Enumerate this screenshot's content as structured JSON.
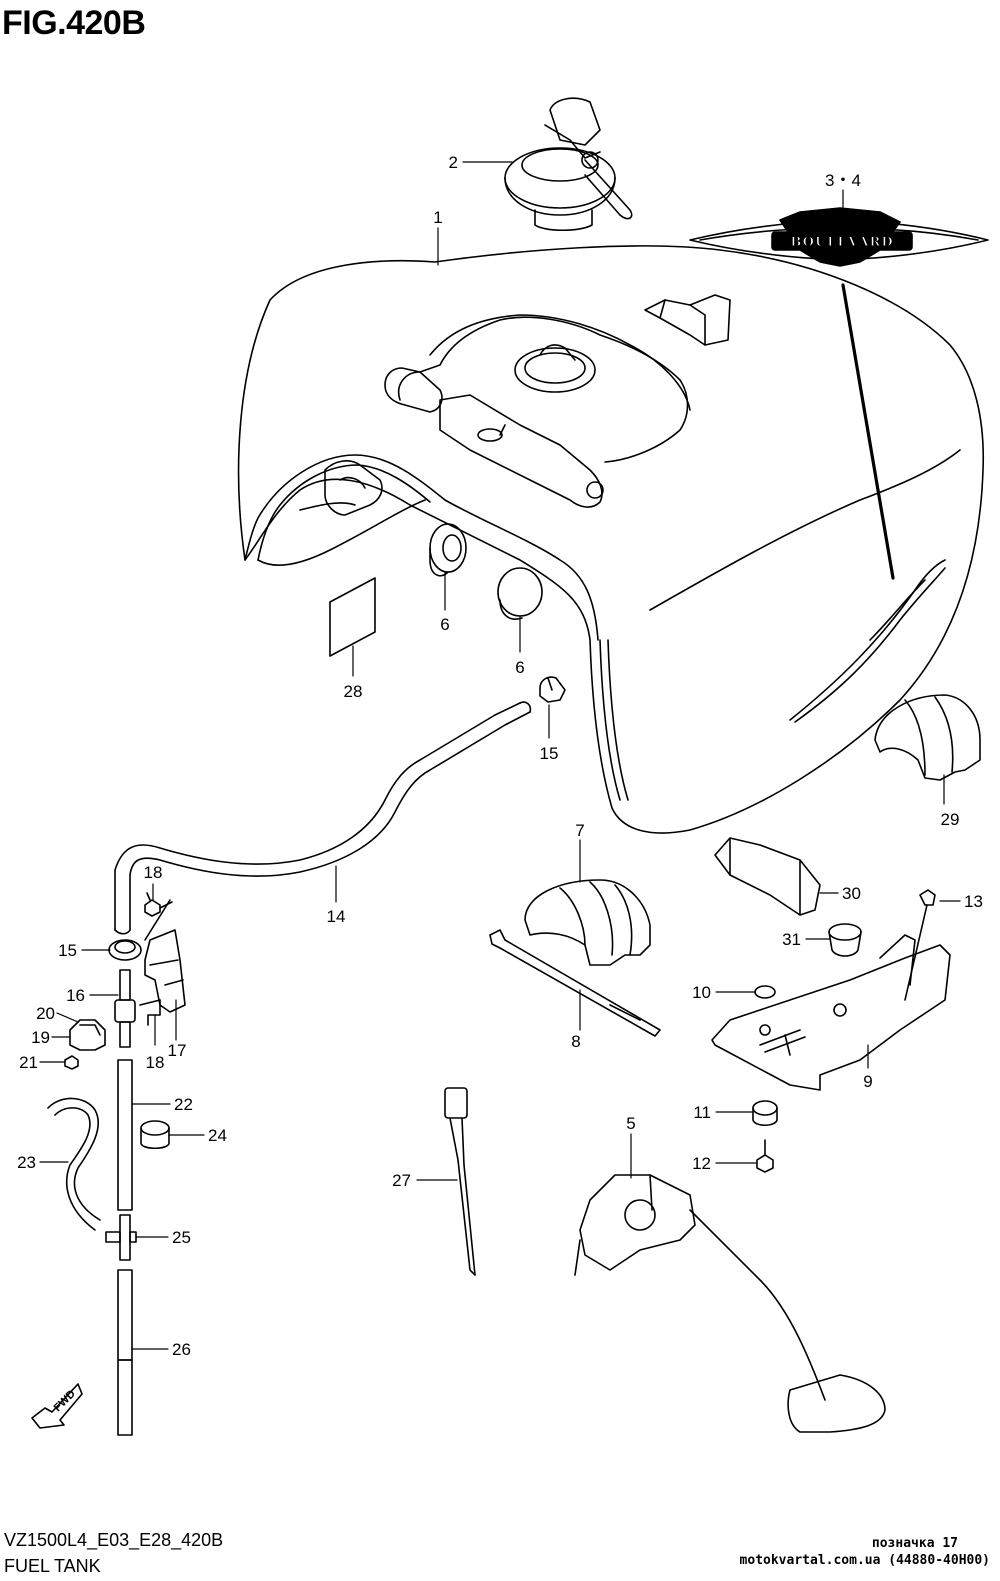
{
  "figure": {
    "title": "FIG.420B",
    "model_code": "VZ1500L4_E03_E28_420B",
    "section_name": "FUEL TANK",
    "watermark_mark": "позначка 17",
    "watermark_site": "motokvartal.com.ua (44880-40H00)",
    "badge_text": "BOULEVARD",
    "fwd_text": "FWD"
  },
  "callouts": [
    {
      "id": "c1",
      "label": "1"
    },
    {
      "id": "c2",
      "label": "2"
    },
    {
      "id": "c34",
      "label": "3・4"
    },
    {
      "id": "c5",
      "label": "5"
    },
    {
      "id": "c6a",
      "label": "6"
    },
    {
      "id": "c6b",
      "label": "6"
    },
    {
      "id": "c7",
      "label": "7"
    },
    {
      "id": "c8",
      "label": "8"
    },
    {
      "id": "c9",
      "label": "9"
    },
    {
      "id": "c10",
      "label": "10"
    },
    {
      "id": "c11",
      "label": "11"
    },
    {
      "id": "c12",
      "label": "12"
    },
    {
      "id": "c13",
      "label": "13"
    },
    {
      "id": "c14",
      "label": "14"
    },
    {
      "id": "c15a",
      "label": "15"
    },
    {
      "id": "c15b",
      "label": "15"
    },
    {
      "id": "c16",
      "label": "16"
    },
    {
      "id": "c17",
      "label": "17"
    },
    {
      "id": "c18",
      "label": "18"
    },
    {
      "id": "c19",
      "label": "19"
    },
    {
      "id": "c20",
      "label": "20"
    },
    {
      "id": "c21",
      "label": "21"
    },
    {
      "id": "c22",
      "label": "22"
    },
    {
      "id": "c23",
      "label": "23"
    },
    {
      "id": "c24",
      "label": "24"
    },
    {
      "id": "c25",
      "label": "25"
    },
    {
      "id": "c26",
      "label": "26"
    },
    {
      "id": "c27",
      "label": "27"
    },
    {
      "id": "c28",
      "label": "28"
    },
    {
      "id": "c29",
      "label": "29"
    },
    {
      "id": "c30",
      "label": "30"
    },
    {
      "id": "c31",
      "label": "31"
    },
    {
      "id": "c32",
      "label": "32"
    }
  ],
  "colors": {
    "line": "#000000",
    "background": "#ffffff"
  }
}
